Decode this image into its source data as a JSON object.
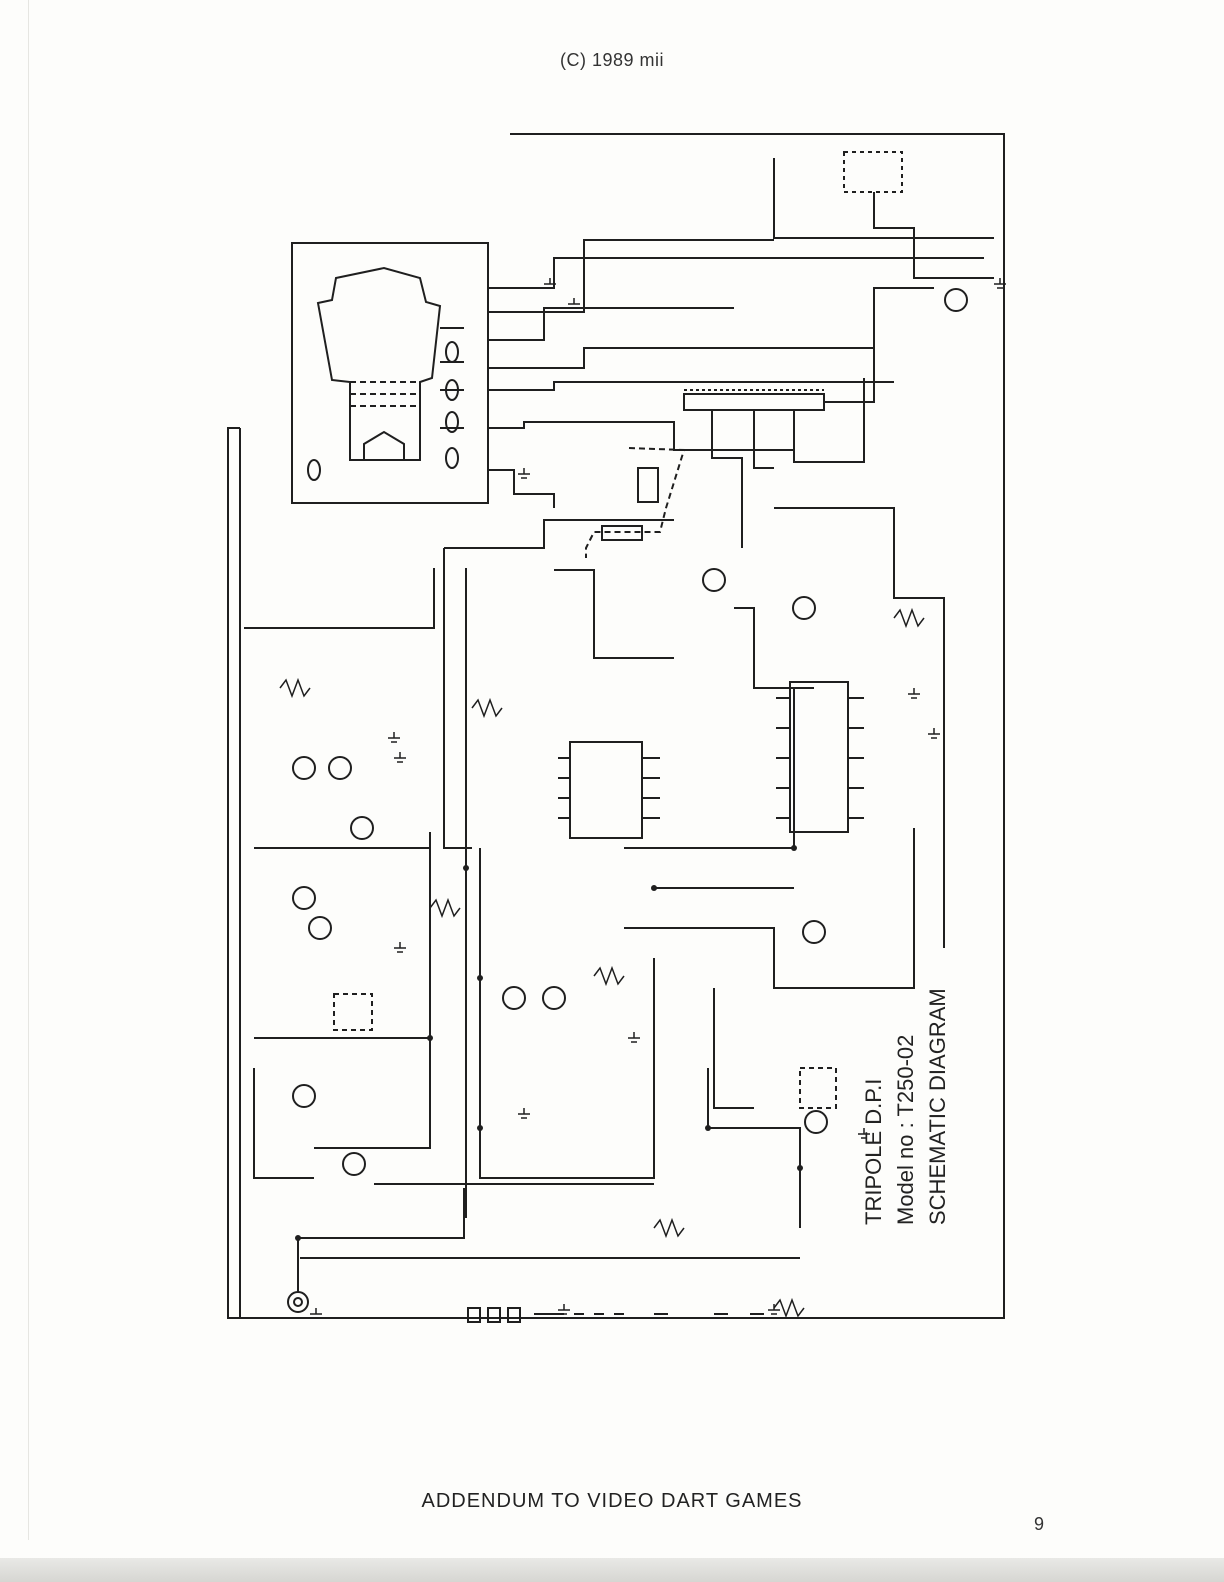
{
  "header": {
    "copyright": "(C) 1989 mii"
  },
  "title_block": {
    "line1": "TRIPOLE D.P.I",
    "line2": "Model no : T250-02",
    "line3": "SCHEMATIC DIAGRAM"
  },
  "footer": {
    "text": "ADDENDUM TO VIDEO DART GAMES",
    "page_number": "9"
  },
  "colors": {
    "ink": "#1f1f1f",
    "paper": "#fdfdfb",
    "scan_bar": "#d6d6d2"
  }
}
